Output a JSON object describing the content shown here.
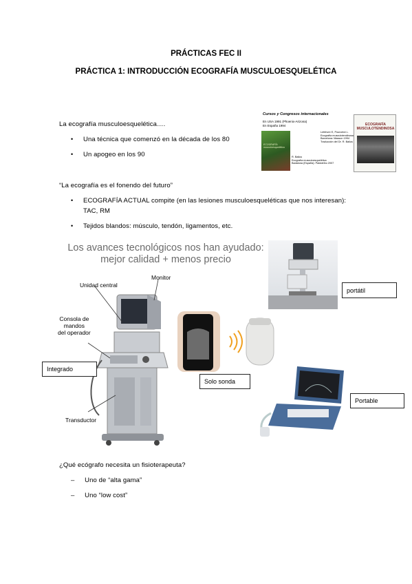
{
  "titles": {
    "main": "PRÁCTICAS FEC II",
    "sub": "PRÁCTICA 1: INTRODUCCIÓN ECOGRAFÍA MUSCULOESQUELÉTICA"
  },
  "intro": {
    "heading": "La ecografía musculoesquelética….",
    "bullets": [
      "Una técnica que comenzó en la década de los 80",
      "Un apogeo en los 90"
    ]
  },
  "quote": {
    "heading": "“La ecografía es el fonendo del futuro”",
    "bullets": [
      "ECOGRAFÍA ACTUAL compite (en las lesiones musculoesqueléticas que nos interesan):",
      "TAC, RM",
      "Tejidos blandos: músculo, tendón, ligamentos, etc."
    ]
  },
  "books_panel": {
    "header": "Cursos y Congresos internacionales",
    "lines": [
      "En USA 1991 (Phoenix-Arizona)",
      "En España 1994"
    ],
    "refs1": [
      "Lefebvre E, Pourcelot L.",
      "Ecografía musculotendinosa.",
      "Barcelona: Masson 1994",
      "Traducción del Dr. R. Balius"
    ],
    "refs2": [
      "R. Balius",
      "Ecografía musculoesquelética",
      "Badalona (España): Paidotribo 2007"
    ],
    "book_left_title": "ECOGRAFÍA musculoesquelética",
    "book_right_title": "ECOGRAFÍA MUSCULOTENDINOSA"
  },
  "figure": {
    "headline_1": "Los avances tecnológicos nos han ayudado:",
    "headline_2": "mejor calidad + menos precio",
    "labels": {
      "unidad": "Unidad central",
      "monitor": "Monitor",
      "consola_1": "Consola de",
      "consola_2": "mandos",
      "consola_3": "del operador",
      "transductor": "Transductor"
    },
    "boxes": {
      "integrado": "Integrado",
      "solo_sonda": "Solo sonda",
      "portatil": "portátil",
      "portable": "Portable"
    }
  },
  "question": {
    "heading": "¿Qué ecógrafo necesita un fisioterapeuta?",
    "items": [
      "Uno de “alta gama”",
      "Uno “low cost”"
    ]
  },
  "colors": {
    "headline": "#6b6b6b",
    "machine_body": "#c9ccd1",
    "green_book": "#3f7a2f",
    "portable_blue": "#3d5f8c"
  }
}
